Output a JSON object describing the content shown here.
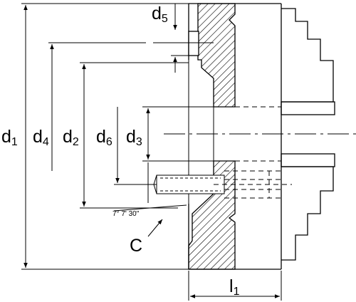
{
  "labels": {
    "d1": "d",
    "d1_sub": "1",
    "d2": "d",
    "d2_sub": "2",
    "d3": "d",
    "d3_sub": "3",
    "d4": "d",
    "d4_sub": "4",
    "d5": "d",
    "d5_sub": "5",
    "d6": "d",
    "d6_sub": "6",
    "l1": "l",
    "l1_sub": "1",
    "c": "C",
    "angle": "7° 7' 30\""
  },
  "colors": {
    "line": "#000000",
    "background": "#ffffff"
  }
}
